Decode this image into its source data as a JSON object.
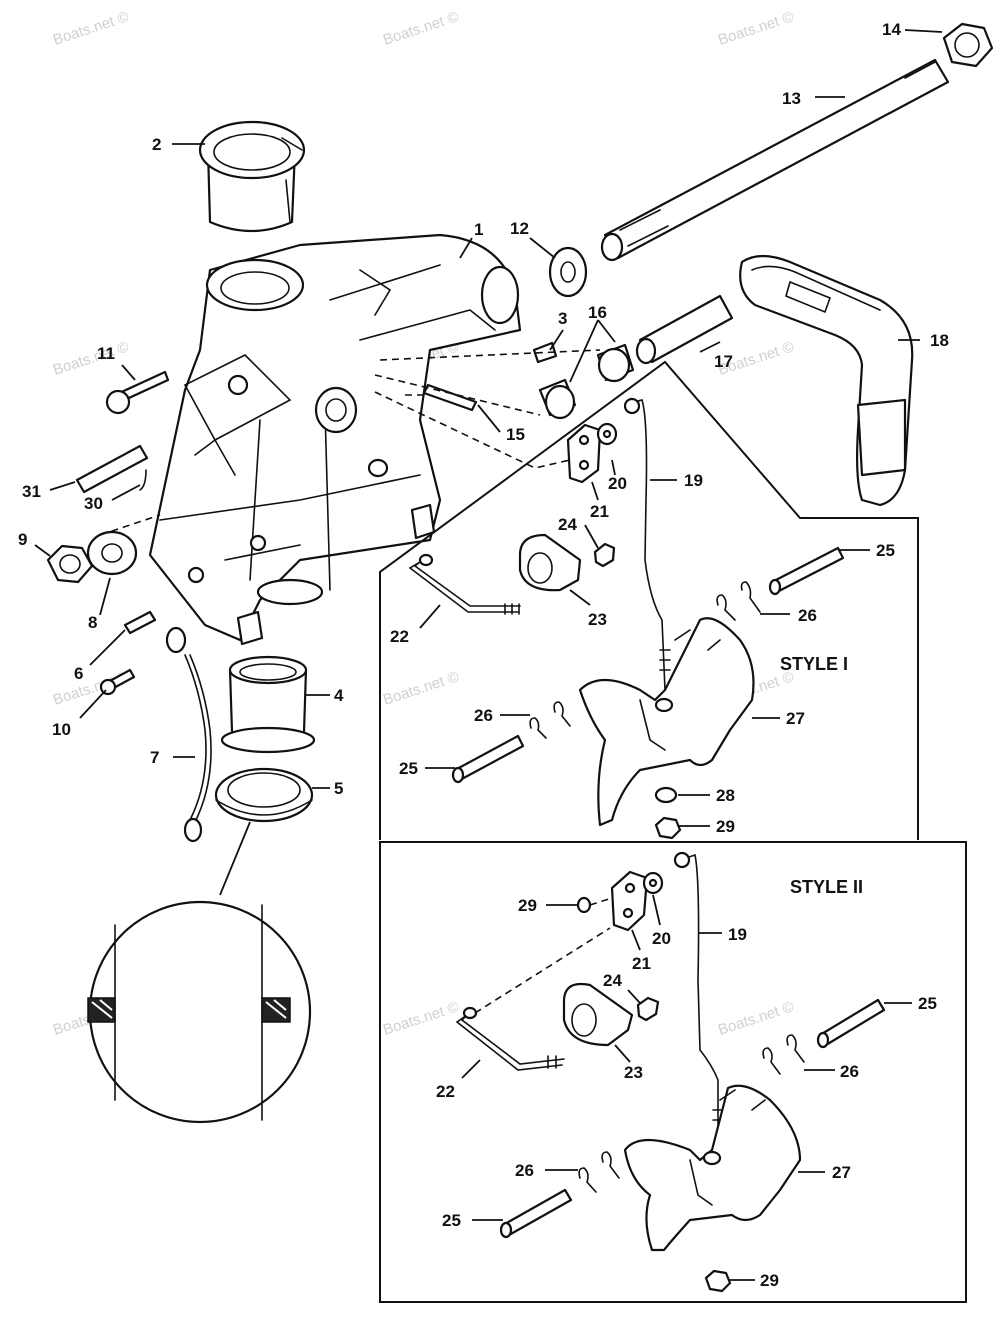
{
  "watermark": "Boats.net ©",
  "styles": {
    "style1": "STYLE I",
    "style2": "STYLE II"
  },
  "callouts": {
    "c1": "1",
    "c2": "2",
    "c3": "3",
    "c4": "4",
    "c5": "5",
    "c6": "6",
    "c7": "7",
    "c8": "8",
    "c9": "9",
    "c10": "10",
    "c11": "11",
    "c12": "12",
    "c13": "13",
    "c14": "14",
    "c15": "15",
    "c16": "16",
    "c17": "17",
    "c18": "18",
    "c30": "30",
    "c31": "31",
    "s1_19": "19",
    "s1_20": "20",
    "s1_21": "21",
    "s1_22": "22",
    "s1_23": "23",
    "s1_24": "24",
    "s1_25a": "25",
    "s1_25b": "25",
    "s1_26a": "26",
    "s1_26b": "26",
    "s1_27": "27",
    "s1_28": "28",
    "s1_29": "29",
    "s2_19": "19",
    "s2_20": "20",
    "s2_21": "21",
    "s2_22": "22",
    "s2_23": "23",
    "s2_24": "24",
    "s2_25a": "25",
    "s2_25b": "25",
    "s2_26a": "26",
    "s2_26b": "26",
    "s2_27": "27",
    "s2_29a": "29",
    "s2_29b": "29"
  }
}
